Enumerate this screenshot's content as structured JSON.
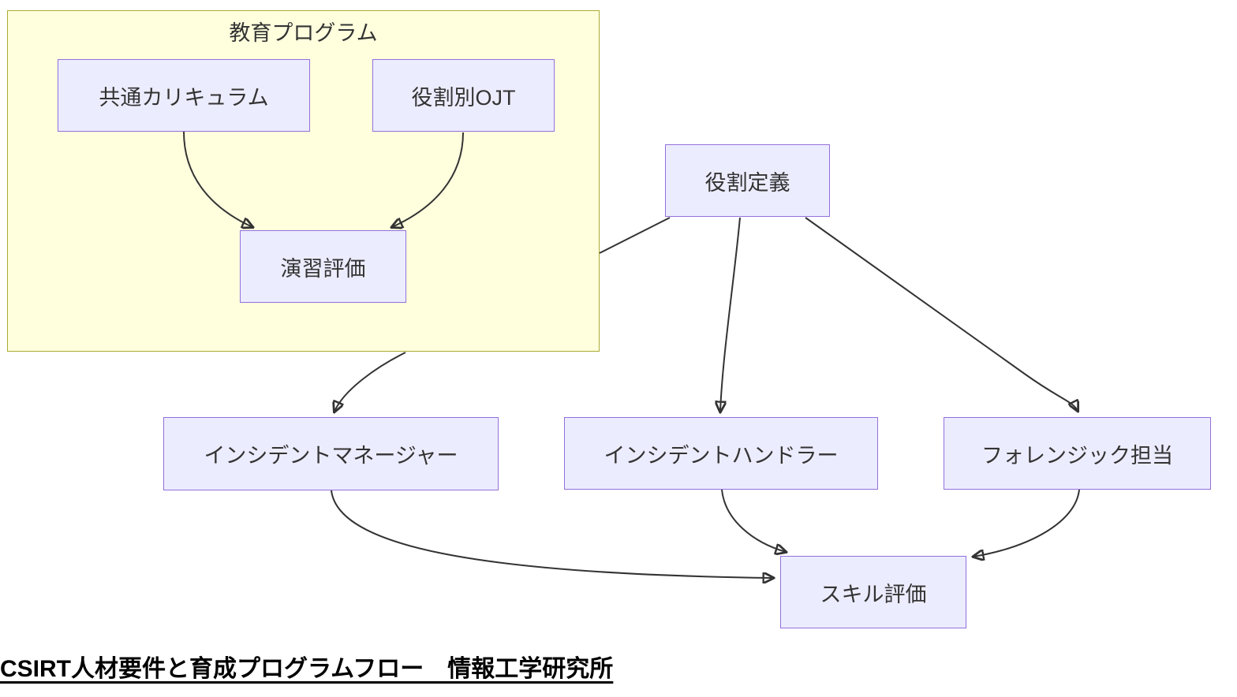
{
  "diagram": {
    "type": "flowchart",
    "cluster": {
      "label": "教育プログラム"
    },
    "nodes": [
      {
        "id": "common-curriculum",
        "label": "共通カリキュラム"
      },
      {
        "id": "role-ojt",
        "label": "役割別OJT"
      },
      {
        "id": "exercise-eval",
        "label": "演習評価"
      },
      {
        "id": "role-definition",
        "label": "役割定義"
      },
      {
        "id": "incident-manager",
        "label": "インシデントマネージャー"
      },
      {
        "id": "incident-handler",
        "label": "インシデントハンドラー"
      },
      {
        "id": "forensics",
        "label": "フォレンジック担当"
      },
      {
        "id": "skill-eval",
        "label": "スキル評価"
      }
    ],
    "edges": [
      {
        "from": "共通カリキュラム",
        "to": "演習評価"
      },
      {
        "from": "役割別OJT",
        "to": "演習評価"
      },
      {
        "from": "役割定義",
        "to": "インシデントマネージャー"
      },
      {
        "from": "役割定義",
        "to": "インシデントハンドラー"
      },
      {
        "from": "役割定義",
        "to": "フォレンジック担当"
      },
      {
        "from": "インシデントマネージャー",
        "to": "スキル評価"
      },
      {
        "from": "インシデントハンドラー",
        "to": "スキル評価"
      },
      {
        "from": "フォレンジック担当",
        "to": "スキル評価"
      }
    ],
    "colors": {
      "node_fill": "#ececff",
      "node_border": "#9370db",
      "cluster_fill": "#ffffde",
      "cluster_border": "#aaaa33",
      "edge": "#333333",
      "text": "#333333"
    }
  },
  "caption": {
    "text": "CSIRT人材要件と育成プログラムフロー　情報工学研究所"
  }
}
